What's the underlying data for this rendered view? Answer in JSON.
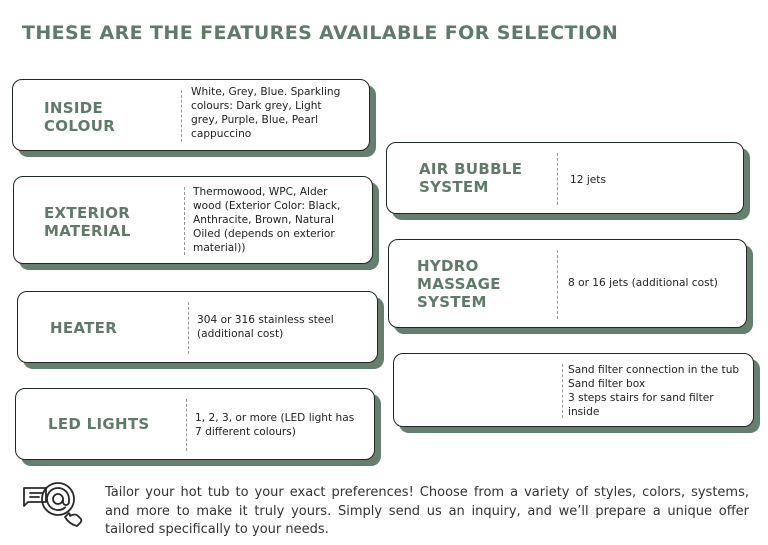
{
  "title": "THESE ARE THE FEATURES AVAILABLE FOR SELECTION",
  "features": {
    "inside_colour": {
      "label": "INSIDE\nCOLOUR",
      "desc": "White, Grey, Blue. Sparkling\ncolours: Dark grey, Light\ngrey, Purple, Blue, Pearl\ncappuccino"
    },
    "exterior_material": {
      "label": "EXTERIOR\nMATERIAL",
      "desc": "Thermowood, WPC,  Alder\nwood (Exterior Color: Black,\nAnthracite, Brown, Natural\nOiled (depends on exterior\nmaterial))"
    },
    "heater": {
      "label": "HEATER",
      "desc": "304 or 316 stainless steel\n(additional cost)"
    },
    "led_lights": {
      "label": "LED LIGHTS",
      "desc": "1, 2, 3, or more (LED light has\n7 different colours)"
    },
    "air_bubble": {
      "label": "AIR BUBBLE\nSYSTEM",
      "desc": "12 jets"
    },
    "hydro_massage": {
      "label": "HYDRO\nMASSAGE\nSYSTEM",
      "desc": "8 or 16 jets (additional cost)"
    },
    "sand_filter": {
      "label": "",
      "desc": "Sand filter connection in the tub\nSand filter box\n3 steps stairs for sand filter\ninside"
    }
  },
  "footer": "Tailor your hot tub to your exact preferences! Choose from a variety of styles, colors, systems, and more to make it truly yours. Simply send us an inquiry, and we’ll prepare a unique offer tailored specifically to your needs.",
  "colors": {
    "accent": "#5f7a69",
    "shadow": "#647f6d",
    "border": "#1e2a24"
  },
  "icons": {
    "contact": "chat-at-phone-icon"
  }
}
